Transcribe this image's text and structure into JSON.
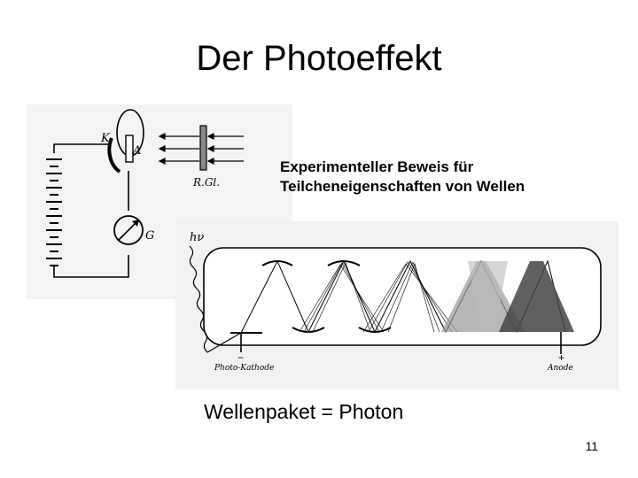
{
  "slide": {
    "title": "Der Photoeffekt",
    "subtitle_line1": "Experimenteller Beweis für",
    "subtitle_line2": "Teilcheneigenschaften von Wellen",
    "footer_text": "Wellenpaket = Photon",
    "page_number": "11"
  },
  "circuit_figure": {
    "label_k": "K",
    "label_a": "A",
    "label_g": "G",
    "label_rgl": "R.Gl."
  },
  "tube_figure": {
    "label_hv": "hν",
    "label_minus": "−",
    "label_plus": "+",
    "label_cathode": "Photo-Kathode",
    "label_anode": "Anode"
  }
}
